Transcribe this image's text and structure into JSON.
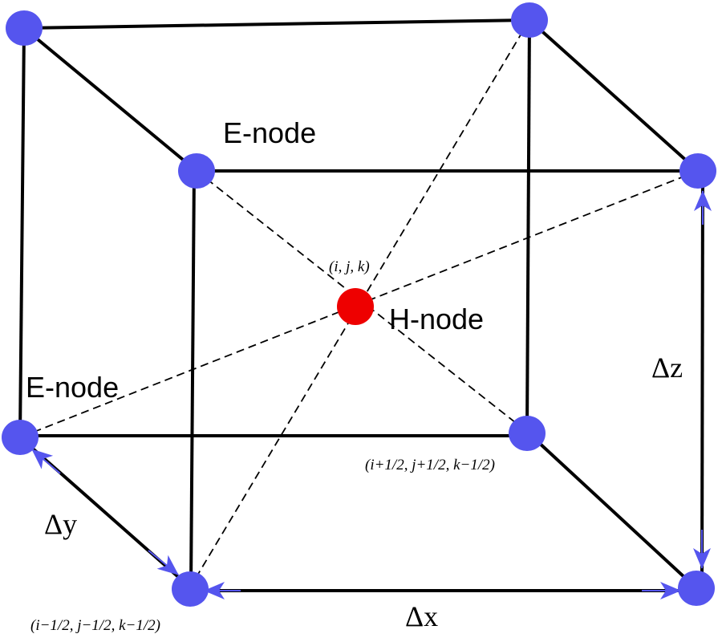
{
  "labels": {
    "e_node_top": "E-node",
    "e_node_left": "E-node",
    "h_node": "H-node",
    "center_coord": "(i,  j,  k)",
    "right_coord": "(i+1/2, j+1/2, k−1/2)",
    "bottom_coord": "(i−1/2, j−1/2, k−1/2)",
    "dx": "Δx",
    "dy": "Δy",
    "dz": "Δz"
  },
  "colors": {
    "e_node": "#5555ee",
    "h_node": "#ee0000",
    "edge": "#000000",
    "arrow": "#5555ee"
  }
}
